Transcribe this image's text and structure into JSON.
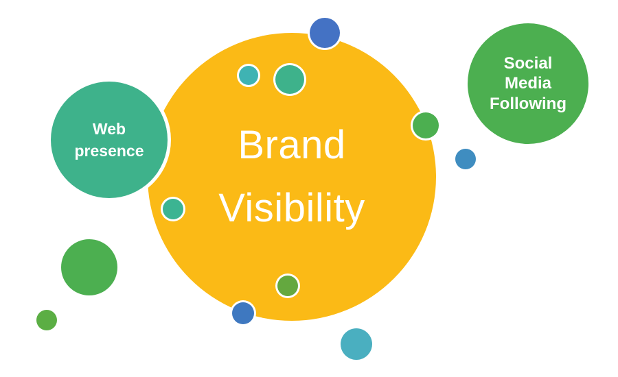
{
  "diagram": {
    "title": "Brand Visibility bubble diagram",
    "bubbles": {
      "center": {
        "label": "Brand\nVisibility"
      },
      "web": {
        "label": "Web\npresence"
      },
      "social": {
        "label": "Social\nMedia\nFollowing"
      }
    }
  },
  "palette": {
    "gold": "#FBBA16",
    "emerald": "#3EB28B",
    "green": "#4CAF50",
    "teal": "#3FB3B3",
    "teal-green": "#3CB492",
    "royal-blue": "#4472C4",
    "blue": "#3E78C0",
    "steel-blue": "#3F8DC0",
    "cyan": "#4AAFC0",
    "grass": "#64A83F",
    "leaf": "#5BAE44"
  }
}
